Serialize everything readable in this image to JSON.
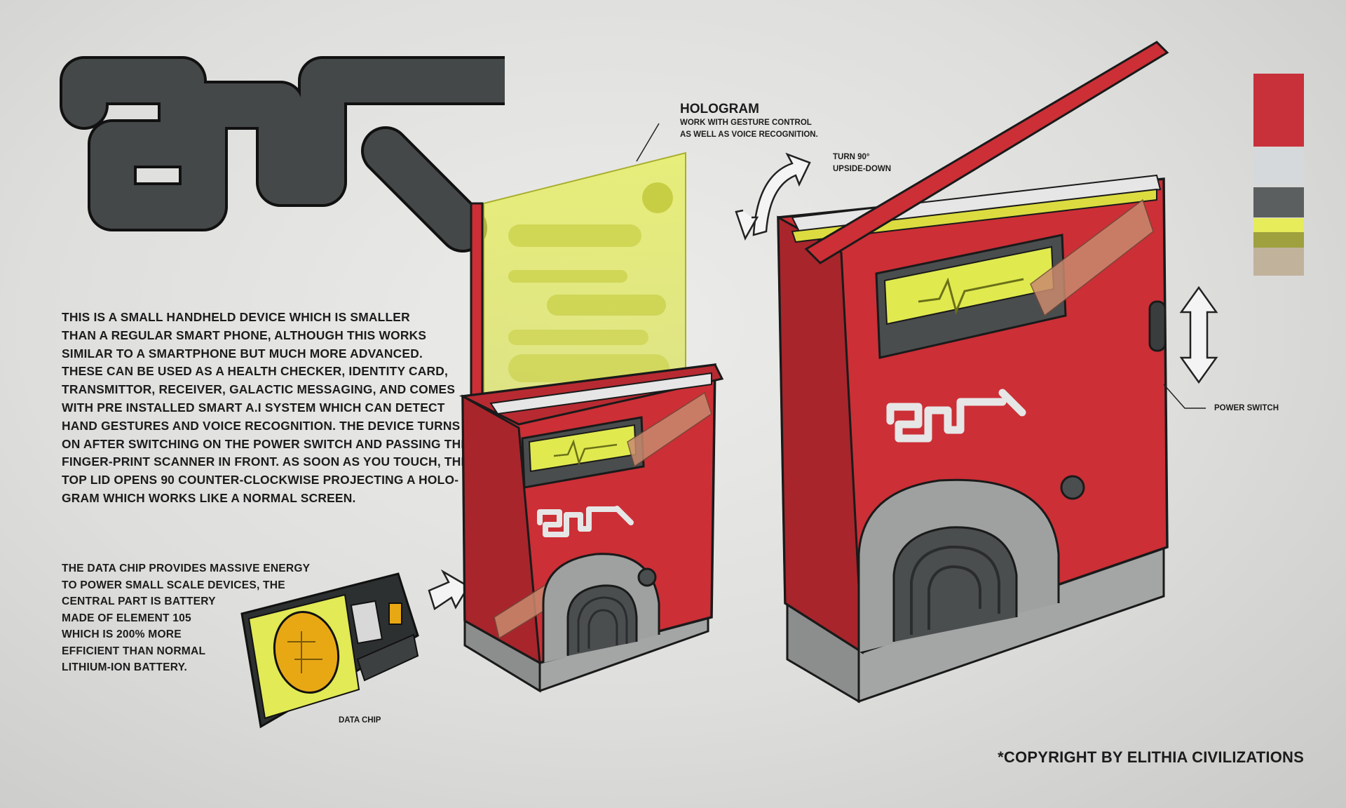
{
  "description_lines": [
    "THIS IS A SMALL HANDHELD DEVICE WHICH IS SMALLER",
    "THAN A REGULAR SMART PHONE, ALTHOUGH THIS WORKS",
    "SIMILAR TO A SMARTPHONE BUT MUCH MORE ADVANCED.",
    "THESE CAN BE USED AS A HEALTH CHECKER, IDENTITY CARD,",
    "TRANSMITTOR, RECEIVER, GALACTIC MESSAGING, AND COMES",
    "WITH PRE INSTALLED SMART A.I SYSTEM WHICH CAN DETECT",
    "HAND GESTURES AND VOICE RECOGNITION. THE DEVICE TURNS",
    "ON AFTER SWITCHING ON THE POWER SWITCH AND PASSING THE",
    "FINGER-PRINT SCANNER IN FRONT. AS SOON AS YOU TOUCH, THE",
    "TOP LID OPENS 90 COUNTER-CLOCKWISE PROJECTING A HOLO-",
    "GRAM WHICH WORKS LIKE A NORMAL SCREEN."
  ],
  "chip_lines": [
    "THE DATA CHIP PROVIDES MASSIVE ENERGY",
    "TO POWER SMALL SCALE DEVICES, THE",
    "CENTRAL PART IS BATTERY",
    "MADE OF ELEMENT 105",
    "WHICH IS 200% MORE",
    "EFFICIENT THAN NORMAL",
    "LITHIUM-ION BATTERY."
  ],
  "callouts": {
    "hologram_title": "HOLOGRAM",
    "hologram_line1": "WORK WITH GESTURE CONTROL",
    "hologram_line2": "AS WELL AS VOICE RECOGNITION.",
    "turn_line1": "TURN 90°",
    "turn_line2": "UPSIDE-DOWN",
    "power_switch": "POWER SWITCH",
    "data_chip": "DATA CHIP"
  },
  "copyright": "*COPYRIGHT BY ELITHIA CIVILIZATIONS",
  "palette": [
    "#c8303a",
    "#d6d9db",
    "#5b5f60",
    "#e6ec5a",
    "#9fa03e",
    "#c1b29c"
  ],
  "colors": {
    "device_red": "#cc2f36",
    "device_dark_red": "#8e1e24",
    "logo_dark": "#454849",
    "screen_yellow": "#e0ea4f",
    "hologram_yellow": "#e8f060",
    "base_grey": "#a4a6a6",
    "tape": "#c98a6e"
  }
}
